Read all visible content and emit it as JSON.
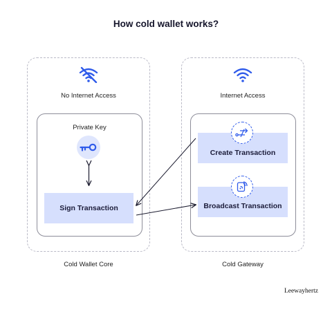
{
  "title": "How cold wallet works?",
  "left_panel": {
    "network_label": "No Internet Access",
    "network_icon": "wifi-off-icon",
    "inner_title": "Private Key",
    "key_icon": "key-icon",
    "action_label": "Sign Transaction",
    "caption": "Cold Wallet Core"
  },
  "right_panel": {
    "network_label": "Internet Access",
    "network_icon": "wifi-icon",
    "create_icon": "transaction-switch-icon",
    "create_label": "Create Transaction",
    "broadcast_icon": "broadcast-icon",
    "broadcast_label": "Broadcast Transaction",
    "caption": "Cold Gateway"
  },
  "brand": "Leewayhertz",
  "colors": {
    "accent": "#2f5bea",
    "action_fill": "#d6dffd",
    "dashed_border": "#b9b9c6"
  }
}
